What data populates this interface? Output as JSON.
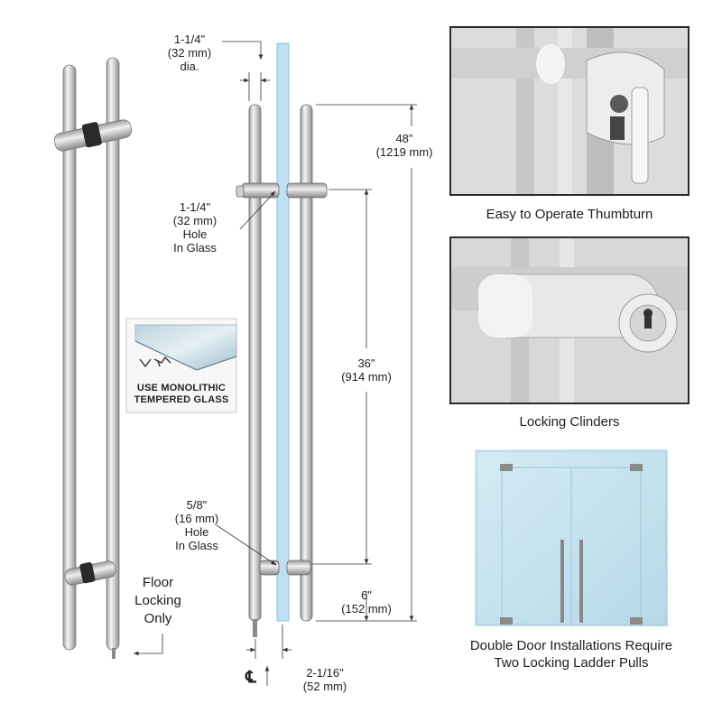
{
  "dimensions": {
    "pipe_diameter": [
      "1-1/4\"",
      "(32 mm)",
      "dia."
    ],
    "overall_length": [
      "48\"",
      "(1219 mm)"
    ],
    "upper_hole": [
      "1-1/4\"",
      "(32 mm)",
      "Hole",
      "In Glass"
    ],
    "center_span": [
      "36\"",
      "(914 mm)"
    ],
    "lower_hole": [
      "5/8\"",
      "(16 mm)",
      "Hole",
      "In Glass"
    ],
    "bottom_offset": [
      "6\"",
      "(152 mm)"
    ],
    "standoff": [
      "2-1/16\"",
      "(52 mm)"
    ],
    "centerline_symbol": "℄"
  },
  "notes": {
    "floor_locking": [
      "Floor",
      "Locking",
      "Only"
    ],
    "glass_badge": [
      "USE MONOLITHIC",
      "TEMPERED GLASS"
    ]
  },
  "photos": {
    "thumbturn_caption": "Easy to Operate Thumbturn",
    "cylinders_caption": "Locking Clinders",
    "double_door_caption": [
      "Double Door Installations Require",
      "Two Locking Ladder Pulls"
    ]
  }
}
